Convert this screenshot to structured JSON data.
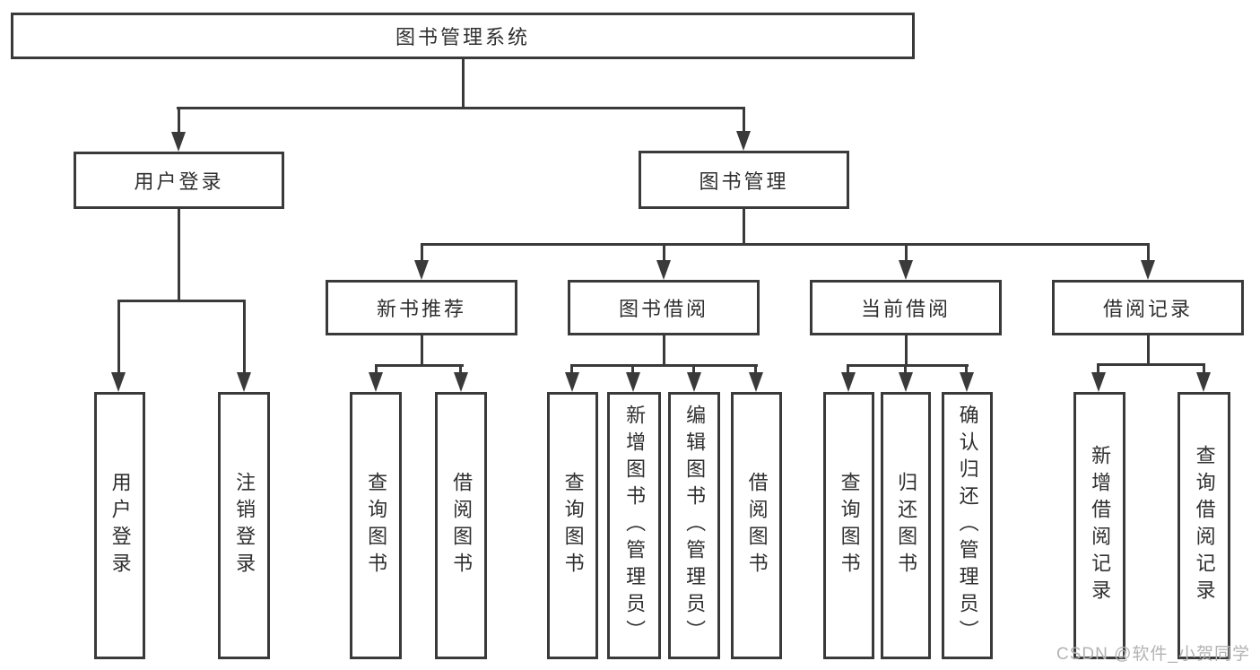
{
  "nodes": {
    "root": "图书管理系统",
    "level2": {
      "user_login": "用户登录",
      "book_mgmt": "图书管理"
    },
    "level3": {
      "new_books": "新书推荐",
      "borrowing": "图书借阅",
      "current": "当前借阅",
      "records": "借阅记录"
    },
    "leaves": {
      "user_login": [
        "用户登录",
        "注销登录"
      ],
      "new_books": [
        "查询图书",
        "借阅图书"
      ],
      "borrowing": [
        "查询图书",
        "新增图书（管理员）",
        "编辑图书（管理员）",
        "借阅图书"
      ],
      "current": [
        "查询图书",
        "归还图书",
        "确认归还（管理员）"
      ],
      "records": [
        "新增借阅记录",
        "查询借阅记录"
      ]
    }
  },
  "watermark": "CSDN @软件_小贺同学",
  "colors": {
    "stroke": "#3a3a3a",
    "text": "#2f2f2f",
    "watermark": "#b3b3b3",
    "background": "#ffffff"
  }
}
